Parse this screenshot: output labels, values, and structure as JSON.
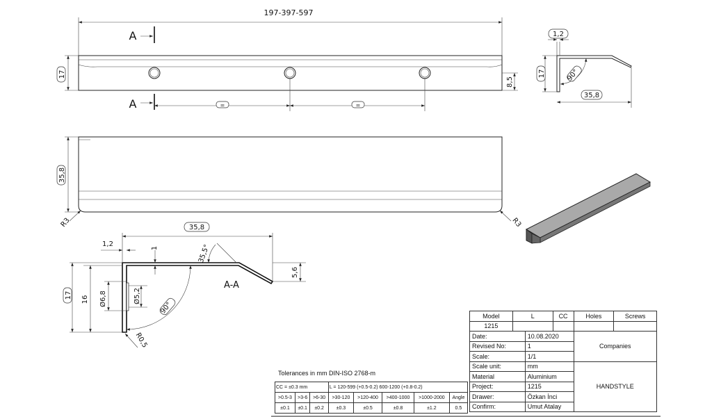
{
  "top_view": {
    "length_label": "197-397-597",
    "section_mark": "A",
    "height": "17",
    "hole_offset": "8,5",
    "equal_mark": "="
  },
  "front_view": {
    "width": "35,8",
    "radius": "R3"
  },
  "side_profile": {
    "thickness": "1,2",
    "height": "17",
    "width": "35,8",
    "angle": "90°"
  },
  "section": {
    "title": "A-A",
    "width": "35,8",
    "thickness": "1,2",
    "top_thickness": "1",
    "bevel_angle": "35,5°",
    "bevel_drop": "5,6",
    "height": "17",
    "inner_height": "16",
    "counterbore": "Ø6,8",
    "hole": "Ø5,2",
    "angle": "90°",
    "radius": "R0,5"
  },
  "tolerances": {
    "title": "Tolerances in mm DIN-ISO 2768-m",
    "cc": "CC = ±0.3 mm",
    "l": "L = 120-599 (+0.5-0.2)     600-1200 (+0.8-0.2)",
    "ranges": [
      ">0.5-3",
      ">3-6",
      ">6-30",
      ">30-120",
      ">120-400",
      ">400-1000",
      ">1000-2000",
      "Angle"
    ],
    "values": [
      "±0.1",
      "±0.1",
      "±0.2",
      "±0.3",
      "±0.5",
      "±0.8",
      "±1.2",
      "0.5"
    ]
  },
  "title_block": {
    "headers": [
      "Model",
      "L",
      "CC",
      "Holes",
      "Screws"
    ],
    "model_row": [
      "1215",
      "",
      "",
      "",
      ""
    ],
    "fields": [
      {
        "label": "Date:",
        "value": "10.08.2020"
      },
      {
        "label": "Revised No:",
        "value": "1"
      },
      {
        "label": "Scale:",
        "value": "1/1"
      },
      {
        "label": "Scale unit:",
        "value": "mm"
      },
      {
        "label": "Material",
        "value": "Aluminium"
      },
      {
        "label": "Project:",
        "value": "1215"
      },
      {
        "label": "Drawer:",
        "value": "Özkan İnci"
      },
      {
        "label": "Confirm:",
        "value": "Umut Atalay"
      }
    ],
    "companies": "Companies",
    "brand": "HANDSTYLE"
  }
}
